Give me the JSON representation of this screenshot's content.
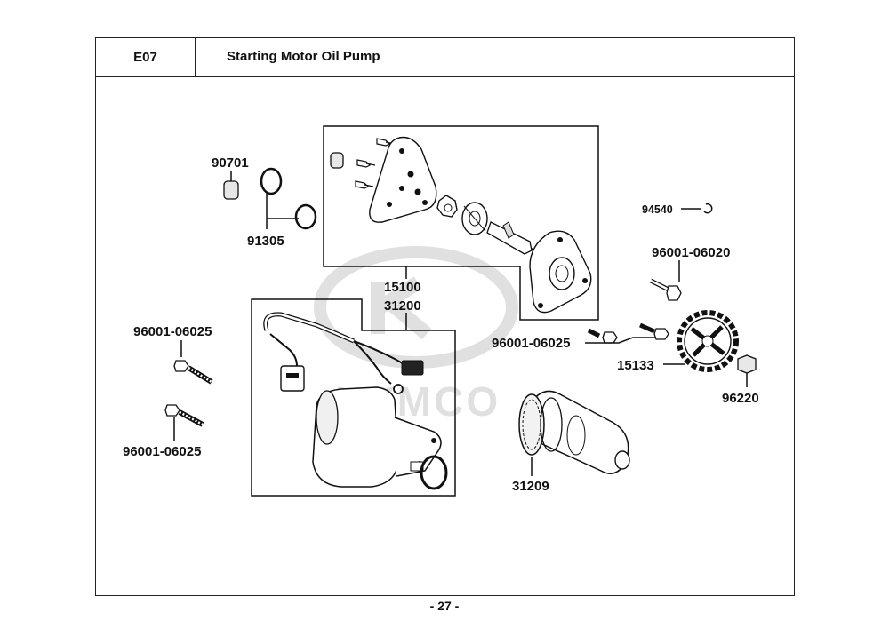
{
  "header": {
    "code": "E07",
    "title": "Starting Motor  Oil Pump"
  },
  "footer": {
    "page": "- 27 -"
  },
  "watermark": {
    "text": "KYMCO",
    "color": "#c8c8c8"
  },
  "parts": {
    "p90701": "90701",
    "p91305": "91305",
    "p15100": "15100",
    "p31200": "31200",
    "p94540": "94540",
    "p96001_06020": "96001-06020",
    "p96001_06025_mid": "96001-06025",
    "p15133": "15133",
    "p96220": "96220",
    "p96001_06025_top": "96001-06025",
    "p96001_06025_bot": "96001-06025",
    "p31209": "31209"
  }
}
